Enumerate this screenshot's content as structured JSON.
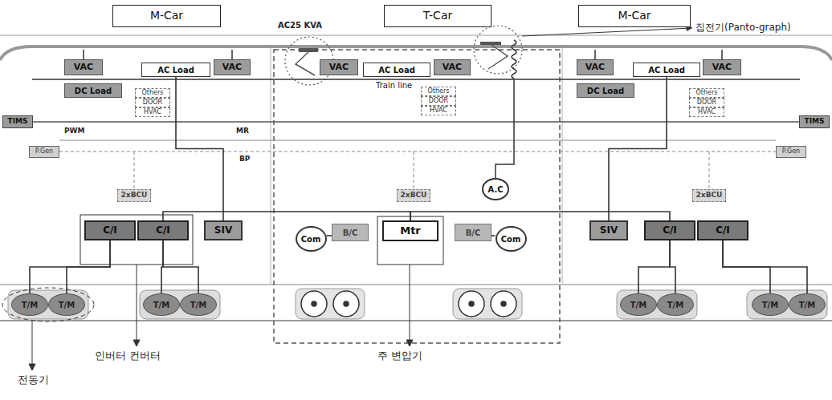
{
  "diagram": {
    "nodes": [
      {
        "text": [
          "M-Car"
        ]
      },
      {
        "text": [
          "T-Car"
        ]
      },
      {
        "text": [
          "M-Car"
        ]
      },
      {
        "text": [
          "VAC"
        ]
      },
      {
        "text": [
          "AC Load"
        ]
      },
      {
        "text": [
          "VAC"
        ]
      },
      {
        "text": [
          "DC Load"
        ]
      },
      {
        "text": [
          "Others"
        ]
      },
      {
        "text": [
          "DOOR"
        ]
      },
      {
        "text": [
          "HVAC"
        ]
      },
      {
        "text": [
          "TIMS"
        ]
      },
      {
        "text": [
          "P.Gen"
        ]
      },
      {
        "text": [
          "2xBCU"
        ]
      },
      {
        "text": [
          "C/I"
        ]
      },
      {
        "text": [
          "C/I"
        ]
      },
      {
        "text": [
          "SIV"
        ]
      },
      {
        "text": [
          "T/M"
        ]
      },
      {
        "text": [
          "T/M"
        ]
      },
      {
        "text": [
          "T/M"
        ]
      },
      {
        "text": [
          "T/M"
        ]
      },
      {
        "text": [
          "VAC"
        ]
      },
      {
        "text": [
          "AC Load"
        ]
      },
      {
        "text": [
          "VAC"
        ]
      },
      {
        "text": [
          "Others"
        ]
      },
      {
        "text": [
          "DOOR"
        ]
      },
      {
        "text": [
          "HVAC"
        ]
      },
      {
        "text": [
          "2xBCU"
        ]
      },
      {
        "text": [
          "A.C"
        ]
      },
      {
        "text": [
          "Com"
        ]
      },
      {
        "text": [
          "B/C"
        ]
      },
      {
        "text": [
          "Mtr"
        ]
      },
      {
        "text": [
          "B/C"
        ]
      },
      {
        "text": [
          "Com"
        ]
      },
      {
        "text": [
          "VAC"
        ]
      },
      {
        "text": [
          "AC Load"
        ]
      },
      {
        "text": [
          "VAC"
        ]
      },
      {
        "text": [
          "DC Load"
        ]
      },
      {
        "text": [
          "Others"
        ]
      },
      {
        "text": [
          "DOOR"
        ]
      },
      {
        "text": [
          "HVAC"
        ]
      },
      {
        "text": [
          "TIMS"
        ]
      },
      {
        "text": [
          "P.Gen"
        ]
      },
      {
        "text": [
          "2xBCU"
        ]
      },
      {
        "text": [
          "SIV"
        ]
      },
      {
        "text": [
          "C/I"
        ]
      },
      {
        "text": [
          "C/I"
        ]
      },
      {
        "text": [
          "T/M"
        ]
      },
      {
        "text": [
          "T/M"
        ]
      },
      {
        "text": [
          "T/M"
        ]
      },
      {
        "text": [
          "T/M"
        ]
      }
    ],
    "edges": [
      {
        "from": 30,
        "to": 14,
        "arrow": "none"
      },
      {
        "from": 30,
        "to": 44,
        "arrow": "none"
      },
      {
        "from": 29,
        "to": 28,
        "arrow": "none"
      },
      {
        "from": 31,
        "to": 32,
        "arrow": "none"
      },
      {
        "from": 15,
        "to": 4,
        "arrow": "none"
      },
      {
        "from": 43,
        "to": 34,
        "arrow": "none"
      },
      {
        "from": 13,
        "to": 16,
        "arrow": "none"
      },
      {
        "from": 13,
        "to": 17,
        "arrow": "none"
      },
      {
        "from": 14,
        "to": 18,
        "arrow": "none"
      },
      {
        "from": 14,
        "to": 19,
        "arrow": "none"
      },
      {
        "from": 44,
        "to": 46,
        "arrow": "none"
      },
      {
        "from": 44,
        "to": 47,
        "arrow": "none"
      },
      {
        "from": 45,
        "to": 48,
        "arrow": "none"
      },
      {
        "from": 45,
        "to": 49,
        "arrow": "none"
      }
    ],
    "labels": [
      "집전기(Panto-graph)",
      "AC25 KVA",
      "Train line",
      "MR",
      "PWM",
      "BP",
      "인버터 컨버터",
      "주 변압기",
      "전동기"
    ]
  }
}
